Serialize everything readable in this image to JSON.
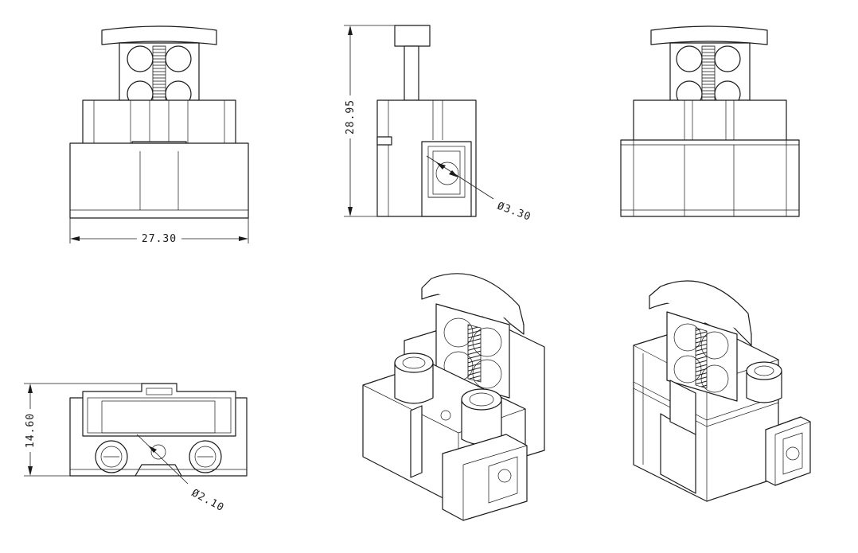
{
  "dimensions": {
    "width_front": "27.30",
    "height_side": "28.95",
    "hole_side": "Ø3.30",
    "depth_bottom": "14.60",
    "hole_bottom": "Ø2.10"
  },
  "views": {
    "front": "front-view",
    "side": "side-view",
    "rear": "rear-view",
    "bottom": "bottom-view",
    "iso_front": "isometric-front-view",
    "iso_rear": "isometric-rear-view"
  }
}
